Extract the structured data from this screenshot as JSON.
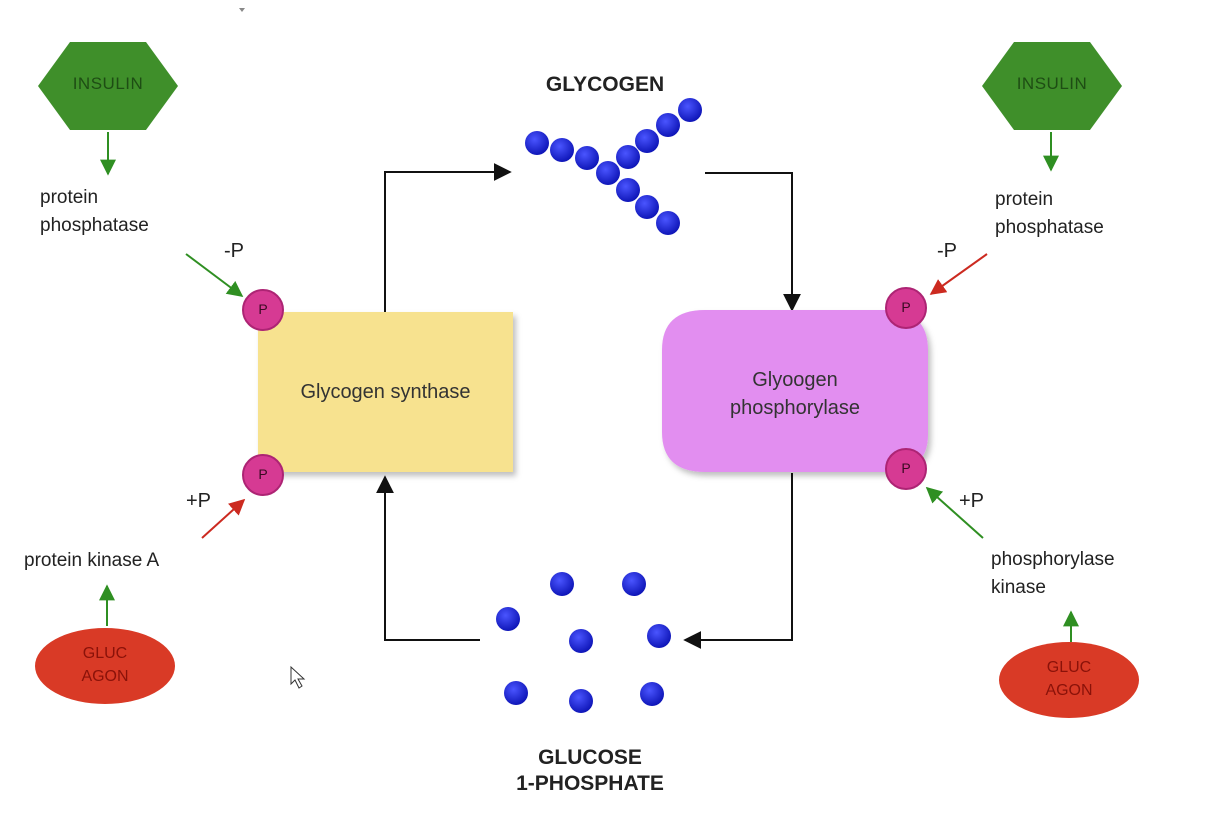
{
  "title_top": "GLYCOGEN",
  "title_bottom": [
    "GLUCOSE",
    "1-PHOSPHATE"
  ],
  "left": {
    "insulin": "INSULIN",
    "phosphatase": [
      "protein",
      "phosphatase"
    ],
    "minus_p": "-P",
    "plus_p": "+P",
    "kinase": "protein kinase A",
    "glucagon": [
      "GLUC",
      "AGON"
    ]
  },
  "right": {
    "insulin": "INSULIN",
    "phosphatase": [
      "protein",
      "phosphatase"
    ],
    "minus_p": "-P",
    "plus_p": "+P",
    "kinase": [
      "phosphorylase",
      "kinase"
    ],
    "glucagon": [
      "GLUC",
      "AGON"
    ]
  },
  "synthase": "Glycogen synthase",
  "phosphorylase": [
    "Glyoogen",
    "phosphorylase"
  ],
  "p_badge": "P",
  "colors": {
    "insulin_green": "#3f8f2a",
    "glucagon_red": "#d93a26",
    "synthase_yellow": "#f7e28f",
    "phosphorylase_purple": "#e28ef0",
    "p_magenta": "#d63a93",
    "molecule_blue": "#1a23d6",
    "arrow_green": "#2f8f22",
    "arrow_red": "#cc2a20"
  }
}
